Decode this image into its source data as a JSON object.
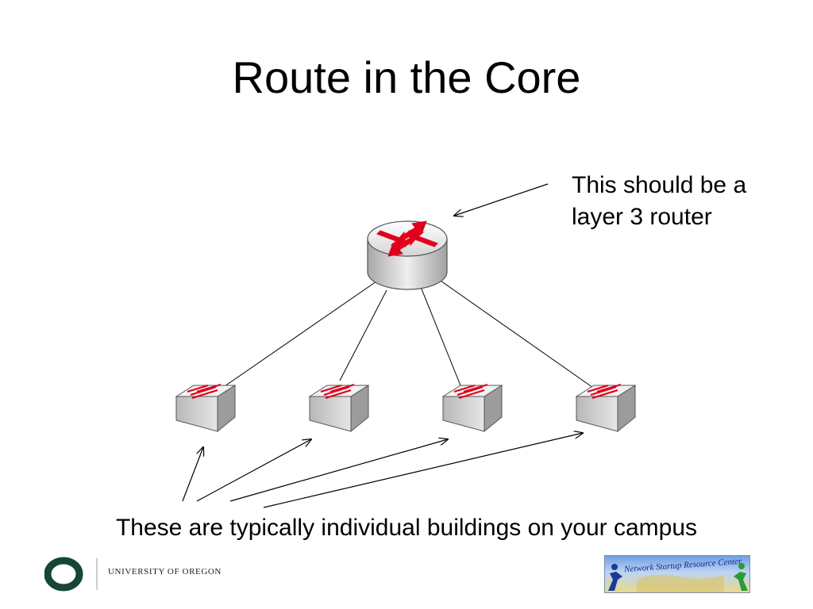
{
  "slide": {
    "title": "Route in the Core",
    "callout": "This should be a layer 3 router",
    "caption": "These are typically individual buildings on your campus"
  },
  "diagram": {
    "nodes": [
      {
        "id": "core-router",
        "type": "router"
      },
      {
        "id": "switch-1",
        "type": "switch"
      },
      {
        "id": "switch-2",
        "type": "switch"
      },
      {
        "id": "switch-3",
        "type": "switch"
      },
      {
        "id": "switch-4",
        "type": "switch"
      }
    ],
    "edges": [
      {
        "from": "core-router",
        "to": "switch-1"
      },
      {
        "from": "core-router",
        "to": "switch-2"
      },
      {
        "from": "core-router",
        "to": "switch-3"
      },
      {
        "from": "core-router",
        "to": "switch-4"
      }
    ],
    "colors": {
      "router_body": "#d9d9d9",
      "router_arrows": "#e0001b",
      "switch_body": "#d0d0d0",
      "switch_arrows": "#e0001b",
      "uo_green": "#154733"
    }
  },
  "footer": {
    "uo_wordmark": "UNIVERSITY OF OREGON",
    "nsrc_text": "Network Startup Resource Center"
  }
}
